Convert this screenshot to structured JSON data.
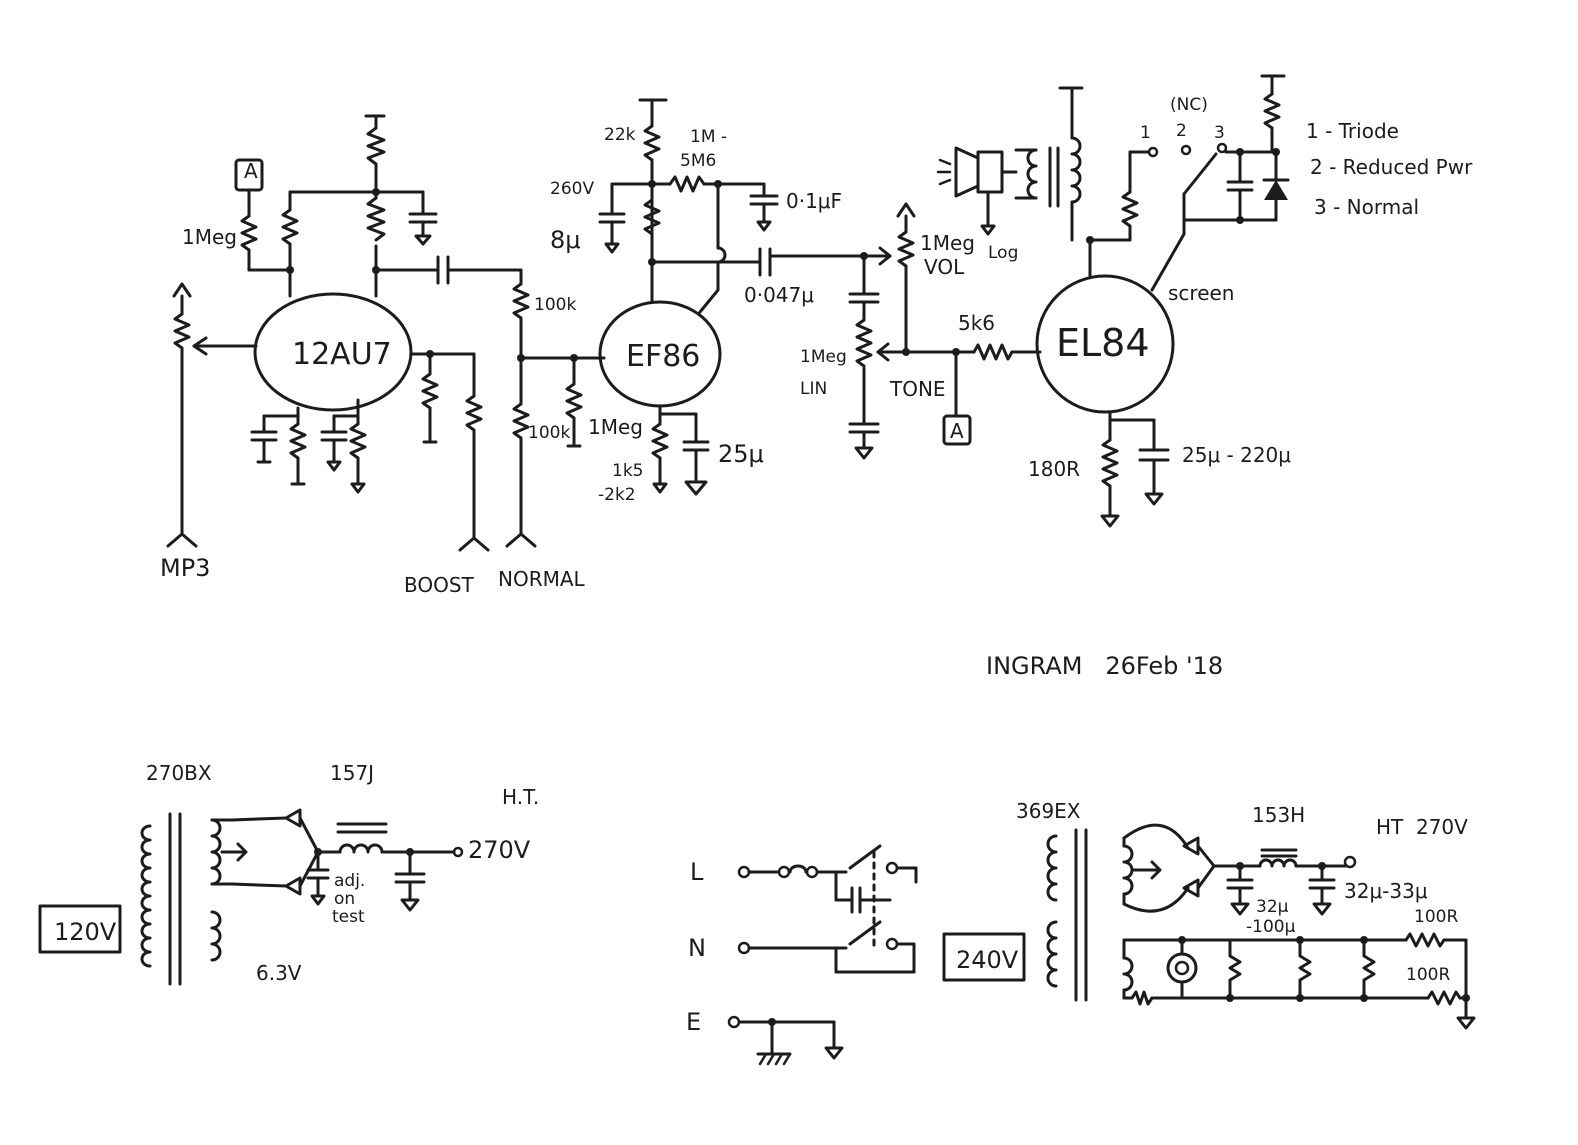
{
  "tubes": {
    "v1": "12AU7",
    "v2": "EF86",
    "v3": "EL84"
  },
  "inputs": {
    "mp3": "MP3",
    "boost": "BOOST",
    "normal": "NORMAL"
  },
  "components": {
    "r_1meg_a": "1Meg",
    "r_100k_top": "100k",
    "r_100k_bottom": "100k",
    "r_1meg_grid": "1Meg",
    "r_22k": "22k",
    "r_plate_load": "1M -\n5M6",
    "volt_260": "260V",
    "cap_8u": "8μ",
    "cap_01": "0·1μF",
    "cap_0047": "0·047μ",
    "r_cathode_ef86": "1k5\n-2k2",
    "cap_25u": "25μ",
    "pot_vol": "1Meg",
    "pot_vol_label": "VOL",
    "pot_vol_taper": "Log",
    "pot_tone": "1Meg",
    "pot_tone_taper": "LIN",
    "pot_tone_label": "TONE",
    "r_5k6": "5k6",
    "r_180": "180R",
    "cap_el84": "25μ - 220μ",
    "screen": "screen",
    "tag_a": "A"
  },
  "switch": {
    "nc": "(NC)",
    "pos1": "1",
    "pos2": "2",
    "pos3": "3",
    "modes": [
      "1 - Triode",
      "2 - Reduced Pwr",
      "3 - Normal"
    ]
  },
  "signature": "INGRAM   26Feb '18",
  "psu_120": {
    "transformer": "270BX",
    "choke": "157J",
    "ht_label": "H.T.",
    "ht_volts": "270V",
    "mains": "120V",
    "heater": "6.3V",
    "cap_note": "adj.\non\ntest"
  },
  "mains_wiring": {
    "live": "L",
    "neutral": "N",
    "earth": "E"
  },
  "psu_240": {
    "transformer": "369EX",
    "choke": "153H",
    "ht_label": "HT  270V",
    "mains": "240V",
    "cap1": "32μ\n-100μ",
    "cap2": "32μ-33μ",
    "r_top": "100R",
    "r_bottom": "100R"
  }
}
